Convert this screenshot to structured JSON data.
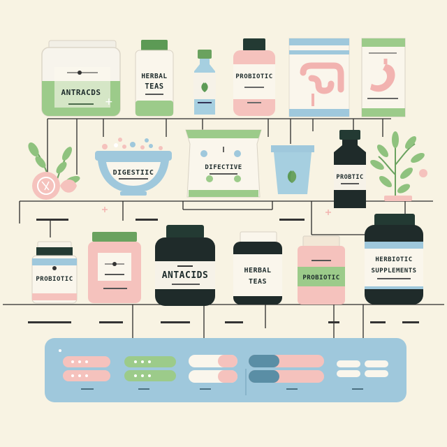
{
  "colors": {
    "background": "#f8f3e3",
    "green": "#9ccb8a",
    "pink": "#f5c2bd",
    "blue": "#9fc8dc",
    "dark": "#1f2b2a",
    "line": "#2a2a2a"
  },
  "top_row": {
    "antacids_jar": "ANTRACDS",
    "herbal_teas_1": "HERBAL",
    "herbal_teas_2": "TEAS",
    "probiotic_bottle": "PROBIOTIC"
  },
  "middle_row": {
    "digestive_bowl": "DIGESTIIC",
    "digestive_pouch": "DIFECTIVE",
    "probiotic_dark": "PROBTIC"
  },
  "bottom_row": {
    "probiotic_jar": "PROBIOTIC",
    "antacids_jar": "ANTACIDS",
    "herbal_teas_1": "HERBAL",
    "herbal_teas_2": "TEAS",
    "probiotic_pink": "PROBIOTIC",
    "supplements_1": "HERBIOTIC",
    "supplements_2": "SUPPLEMENTS"
  },
  "icons": {
    "plant": "plant-icon",
    "intestine": "intestine-icon",
    "stomach": "stomach-icon",
    "leaf": "leaf-icon",
    "pill": "pill-icon"
  }
}
